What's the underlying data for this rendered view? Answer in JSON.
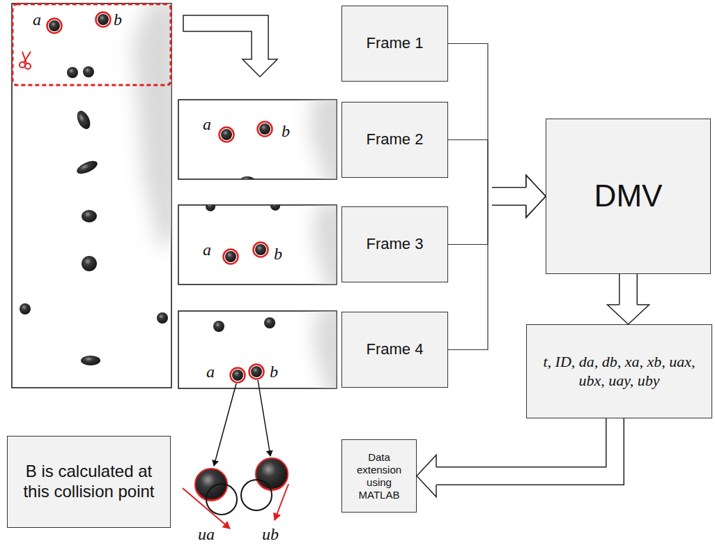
{
  "diagram": {
    "nodes": [
      {
        "text": [
          "Frame 1"
        ]
      },
      {
        "text": [
          "Frame 2"
        ]
      },
      {
        "text": [
          "Frame 3"
        ]
      },
      {
        "text": [
          "Frame 4"
        ]
      },
      {
        "text": [
          "DMV"
        ]
      },
      {
        "text": [
          "t, ID, da, db, xa, xb, uax, ubx, uay, uby"
        ]
      },
      {
        "text": [
          "B is calculated at this collision point"
        ]
      },
      {
        "text": [
          "Data extension using MATLAB"
        ]
      }
    ],
    "edges": [
      {
        "from": 0,
        "to": 4,
        "arrow": "to"
      },
      {
        "from": 1,
        "to": 4,
        "arrow": "to"
      },
      {
        "from": 2,
        "to": 4,
        "arrow": "to"
      },
      {
        "from": 3,
        "to": 4,
        "arrow": "to"
      },
      {
        "from": 4,
        "to": 5,
        "arrow": "to"
      },
      {
        "from": 5,
        "to": 7,
        "arrow": "to"
      }
    ],
    "labels": [
      "a",
      "b",
      "a",
      "b",
      "a",
      "b",
      "a",
      "b",
      "ua",
      "ub"
    ]
  }
}
